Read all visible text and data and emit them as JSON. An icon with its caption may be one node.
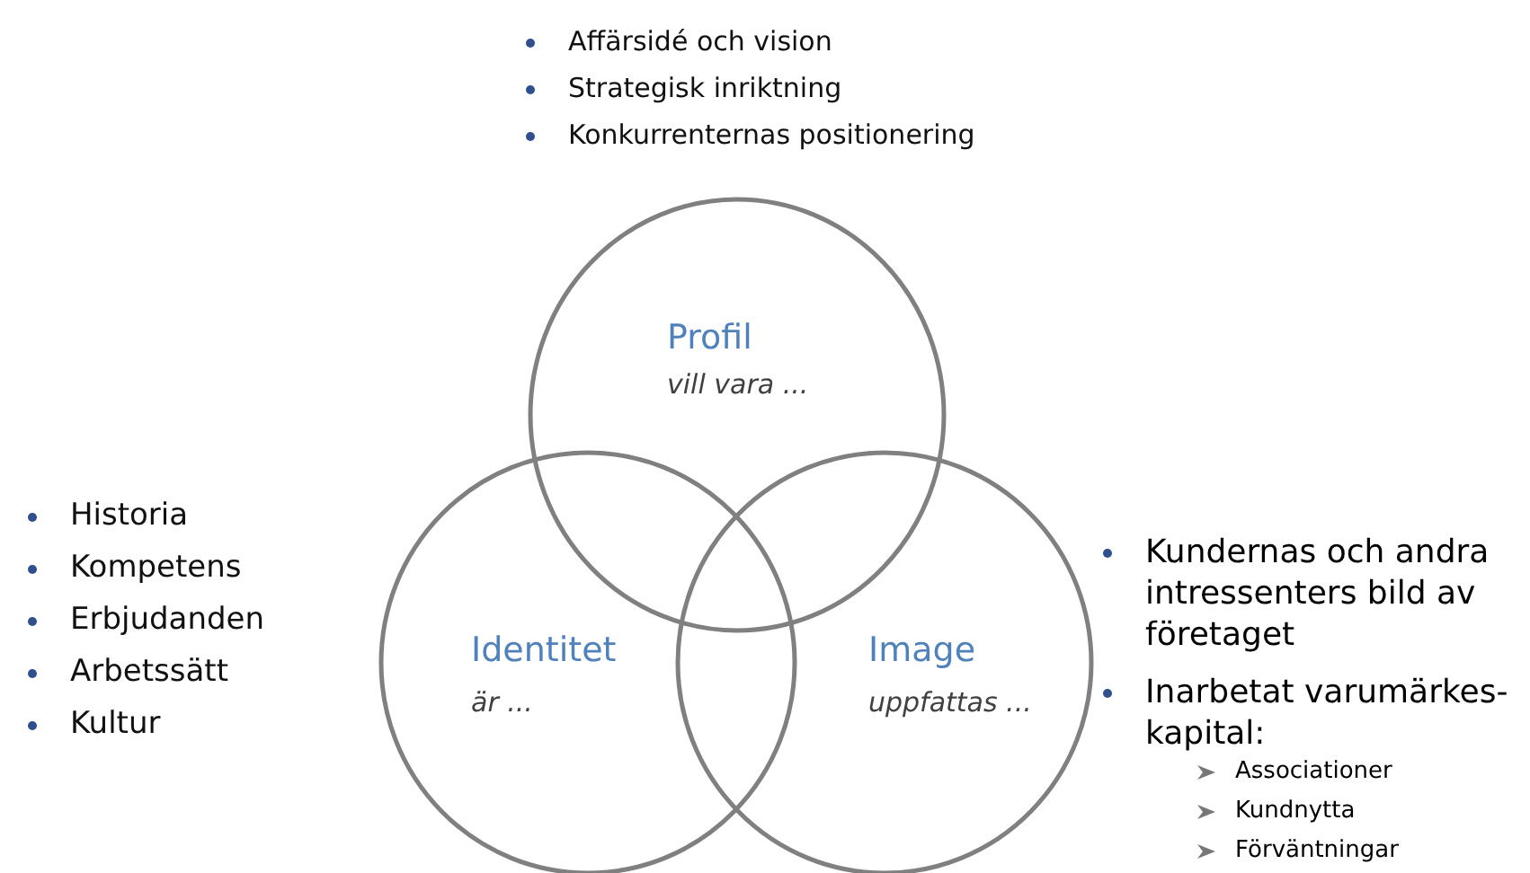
{
  "diagram": {
    "nodes": [
      {
        "text": [
          "Profil",
          "vill vara ..."
        ]
      },
      {
        "text": [
          "Identitet",
          "är ..."
        ]
      },
      {
        "text": [
          "Image",
          "uppfattas ..."
        ]
      }
    ],
    "labels": [
      "Affärsidé och vision",
      "Strategisk inriktning",
      "Konkurrenternas positionering",
      "Historia",
      "Kompetens",
      "Erbjudanden",
      "Arbetssätt",
      "Kultur",
      "Kundernas och andra intressenters bild av företaget",
      "Inarbetat varumärkes-kapital:",
      "Associationer",
      "Kundnytta",
      "Förväntningar"
    ]
  }
}
